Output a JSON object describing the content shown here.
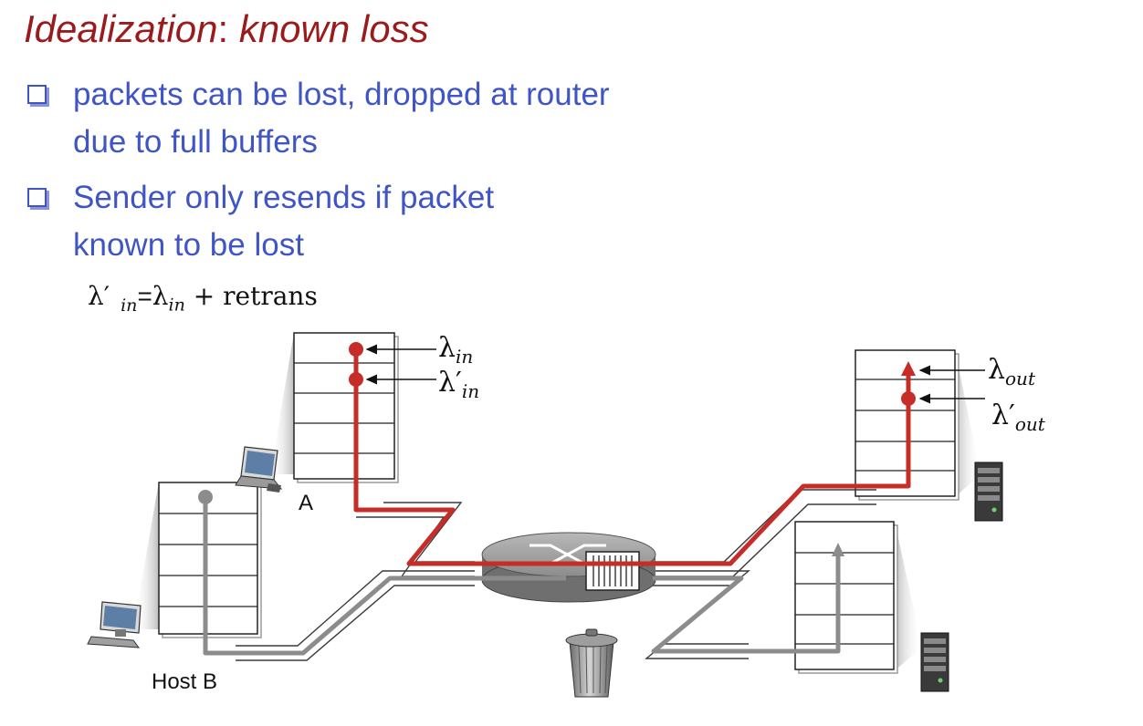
{
  "slide": {
    "title_part1": "Idealization",
    "title_colon": ":",
    "title_part2": " known loss",
    "bullets": [
      {
        "text": "packets can be lost, dropped at router due  to full buffers"
      },
      {
        "text": "Sender only resends if packet known to be lost"
      }
    ]
  },
  "diagram": {
    "equation": {
      "lhs_symbol": "λ′",
      "lhs_sub": "in",
      "equals": "=",
      "rhs_symbol": "λ",
      "rhs_sub": "in",
      "rhs_rest": " + retrans"
    },
    "labels": {
      "lambda_in": {
        "symbol": "λ",
        "sub": "in"
      },
      "lambda_in_prime": {
        "symbol": "λ′",
        "sub": "in"
      },
      "lambda_out": {
        "symbol": "λ",
        "sub": "out"
      },
      "lambda_out_prime": {
        "symbol": "λ′",
        "sub": "out"
      }
    },
    "host_a": "A",
    "host_b": "Host B",
    "colors": {
      "red_path": "#c62d28",
      "gray_path": "#8c8c8c",
      "text_blue": "#3f55c6",
      "title_red": "#9a1b1b"
    }
  }
}
